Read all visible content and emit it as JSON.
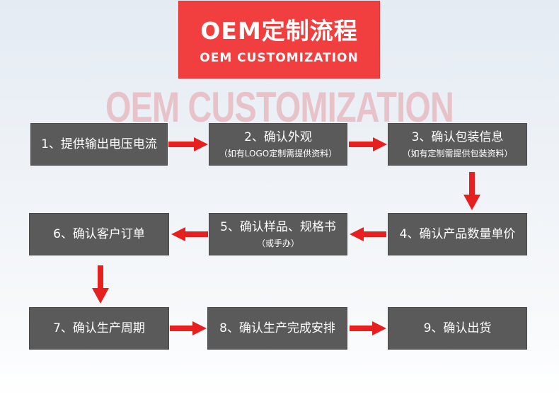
{
  "header": {
    "title": "OEM定制流程",
    "subtitle": "OEM CUSTOMIZATION",
    "watermark": "OEM CUSTOMIZATION"
  },
  "steps": [
    {
      "label": "1、提供输出电压电流",
      "note": ""
    },
    {
      "label": "2、确认外观",
      "note": "（如有LOGO定制需提供资料）"
    },
    {
      "label": "3、确认包装信息",
      "note": "（如有定制需提供包装资料）"
    },
    {
      "label": "4、确认产品数量单价",
      "note": ""
    },
    {
      "label": "5、确认样品、规格书",
      "note": "（或手办）"
    },
    {
      "label": "6、确认客户订单",
      "note": ""
    },
    {
      "label": "7、确认生产周期",
      "note": ""
    },
    {
      "label": "8、确认生产完成安排",
      "note": ""
    },
    {
      "label": "9、确认出货",
      "note": ""
    }
  ],
  "colors": {
    "accent": "#f13f3f",
    "arrow": "#e5201f",
    "box": "#5a5a5a"
  }
}
